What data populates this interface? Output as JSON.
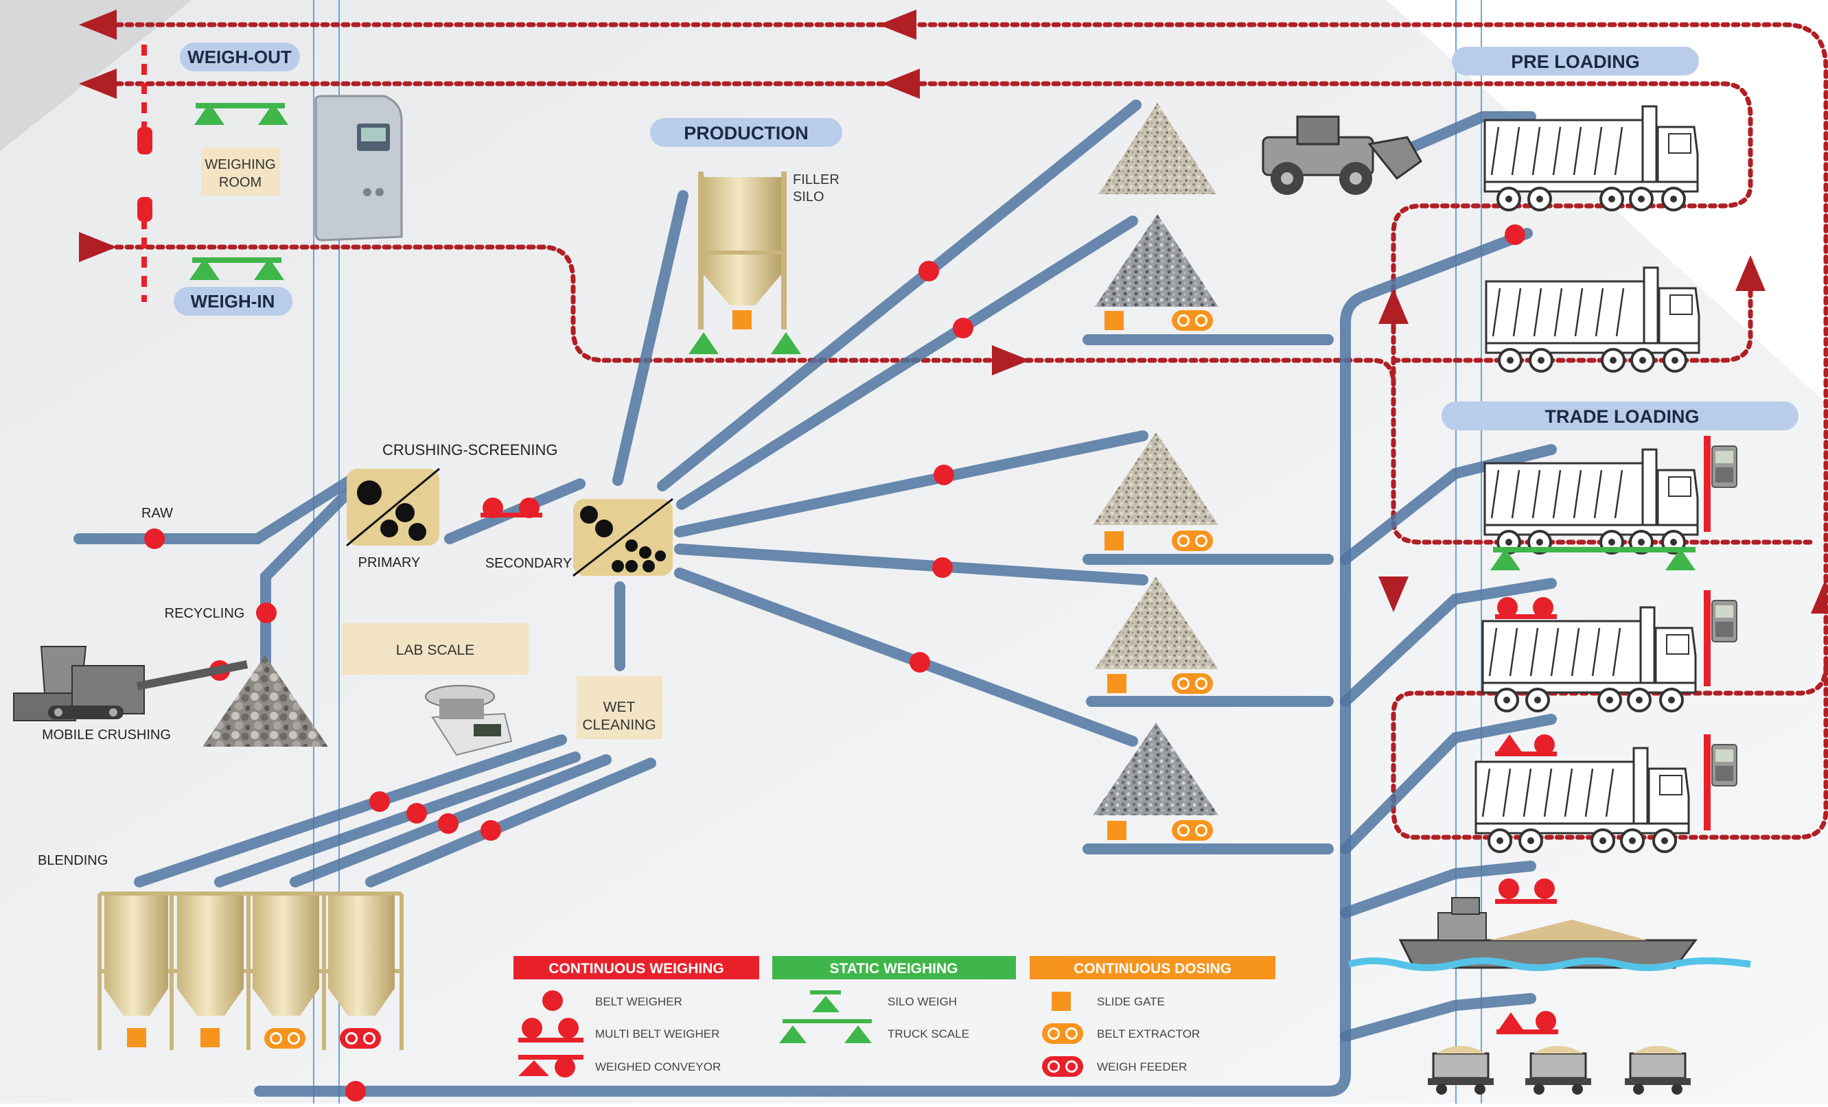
{
  "titles": {
    "weigh_out": "WEIGH-OUT",
    "weigh_in": "WEIGH-IN",
    "weighing_room": [
      "WEIGHING",
      "ROOM"
    ],
    "production": "PRODUCTION",
    "filler_silo": [
      "FILLER",
      "SILO"
    ],
    "pre_loading": "PRE LOADING",
    "trade_loading": "TRADE LOADING",
    "crushing_screening": "CRUSHING-SCREENING",
    "raw": "RAW",
    "primary": "PRIMARY",
    "secondary": "SECONDARY",
    "recycling": "RECYCLING",
    "mobile_crushing": "MOBILE CRUSHING",
    "lab_scale": "LAB SCALE",
    "wet_cleaning": [
      "WET",
      "CLEANING"
    ],
    "blending": "BLENDING"
  },
  "legend": {
    "continuous_weighing": {
      "header": "CONTINUOUS WEIGHING",
      "color": "#e8202a",
      "items": [
        "BELT WEIGHER",
        "MULTI BELT WEIGHER",
        "WEIGHED CONVEYOR"
      ]
    },
    "static_weighing": {
      "header": "STATIC WEIGHING",
      "color": "#3fb64a",
      "items": [
        "SILO WEIGH",
        "TRUCK SCALE"
      ]
    },
    "continuous_dosing": {
      "header": "CONTINUOUS DOSING",
      "color": "#f7941d",
      "items": [
        "SLIDE GATE",
        "BELT EXTRACTOR",
        "WEIGH FEEDER"
      ]
    }
  },
  "colors": {
    "conveyor": "#5a7fa8",
    "belt_weigher": "#e8202a",
    "route": "#b01f24",
    "silo": "#e8d9a8",
    "label_bg": "#f2e4c4",
    "pill_bg": "#b9cdea"
  }
}
